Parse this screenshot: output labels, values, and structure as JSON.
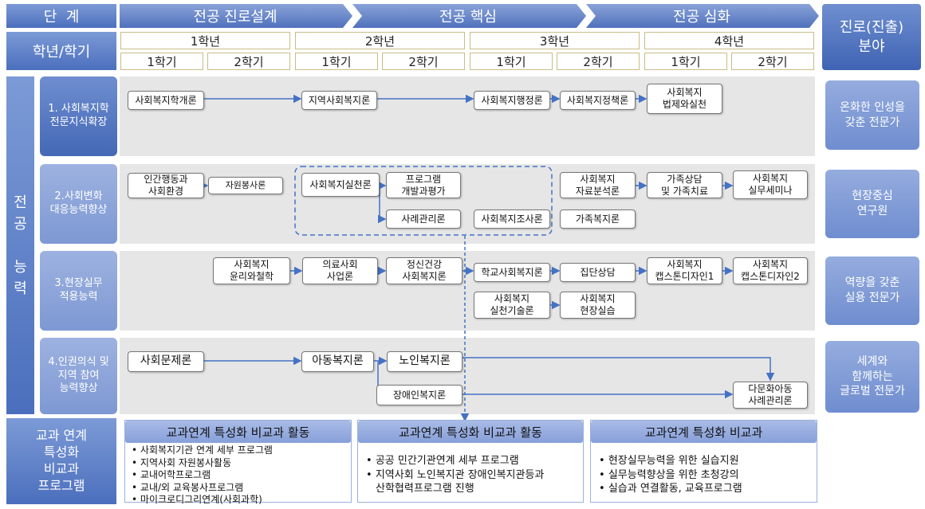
{
  "header": {
    "stage_label": "단  계",
    "phases": [
      "전공 진로설계",
      "전공 핵심",
      "전공 심화"
    ],
    "year_sem_label": "학년/학기",
    "years": [
      "1학년",
      "2학년",
      "3학년",
      "4학년"
    ],
    "semesters": [
      "1학기",
      "2학기"
    ],
    "career_label": "진로(진출)\n분야"
  },
  "side_label": "전\n공\n\n능\n력",
  "rows": [
    {
      "label": "1. 사회복지학\n전문지식확장",
      "nodes": [
        "사회복지학개론",
        "지역사회복지론",
        "사회복지행정론",
        "사회복지정책론",
        "사회복지\n법제와실천"
      ],
      "outcome": "온화한 인성을\n갖춘 전문가"
    },
    {
      "label": "2.사회변화\n대응능력향상",
      "nodes": [
        "인간행동과\n사회환경",
        "자원봉사론",
        "사회복지실천론",
        "프로그램\n개발과평가",
        "사례관리론",
        "사회복지조사론",
        "사회복지\n자료분석론",
        "가족상담\n및 가족치료",
        "사회복지\n실무세미나",
        "가족복지론"
      ],
      "outcome": "현장중심\n연구원"
    },
    {
      "label": "3.현장실무\n적용능력",
      "nodes": [
        "사회복지\n윤리와철학",
        "의료사회\n사업론",
        "정신건강\n사회복지론",
        "학교사회복지론",
        "집단상담",
        "사회복지\n캡스톤디자인1",
        "사회복지\n캡스톤디자인2",
        "사회복지\n실천기술론",
        "사회복지\n현장실습"
      ],
      "outcome": "역량을 갖춘\n실용 전문가"
    },
    {
      "label": "4.인권의식 및\n지역 참여\n능력향상",
      "nodes": [
        "사회문제론",
        "아동복지론",
        "노인복지론",
        "장애인복지론",
        "다문화아동\n사례관리론"
      ],
      "outcome": "세계와\n함께하는\n글로벌 전문가"
    }
  ],
  "bottom": {
    "label": "교과 연계\n특성화\n비교과\n프로그램",
    "panels": [
      {
        "title": "교과연계 특성화 비교과 활동",
        "items": [
          "사회복지기관 연계 세부 프로그램",
          "지역사회 자원봉사활동",
          "교내어학프로그램",
          "교내/외 교육봉사프로그램",
          "마이크로디그리연계(사회과학)"
        ]
      },
      {
        "title": "교과연계 특성화 비교과 활동",
        "items": [
          "공공 민간기관연계  세부 프로그램",
          "지역사회 노인복지관 장애인복지관등과",
          "산학협력프로그램 진행"
        ]
      },
      {
        "title": "교과연계 특성화 비교과",
        "items": [
          "현장실무능력을 위한 실습지원",
          "실무능력향상을 위한 초청강의",
          "실습과 연결활동, 교육프로그램"
        ]
      }
    ]
  },
  "colors": {
    "accent": "#4b6fbd",
    "arrow": "#4472c4",
    "row_bg": "#e6e6e6"
  }
}
